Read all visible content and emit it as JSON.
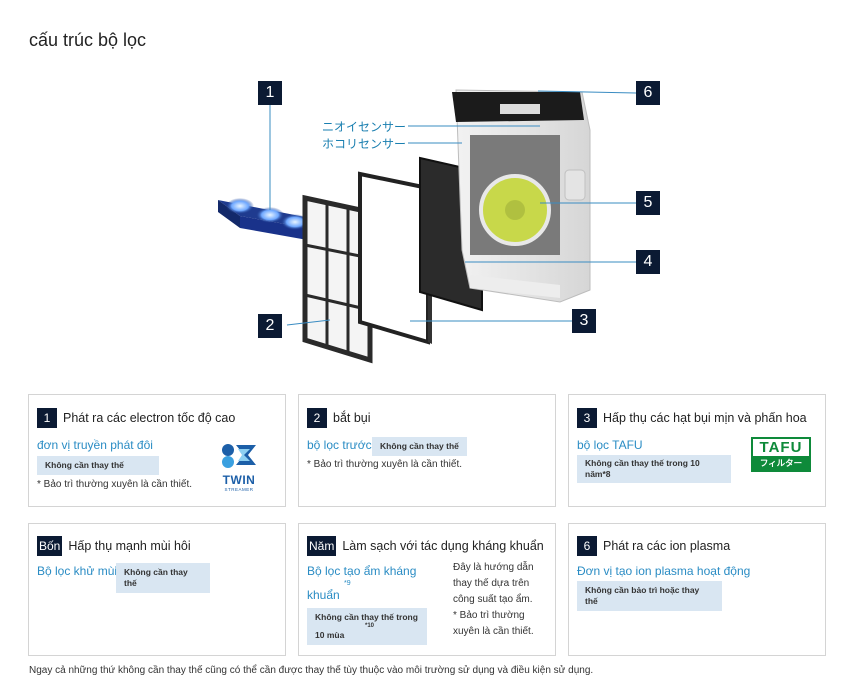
{
  "page": {
    "title": "cấu trúc bộ lọc"
  },
  "diagram": {
    "badges": [
      "1",
      "2",
      "3",
      "4",
      "5",
      "6"
    ],
    "sensor_labels": [
      "ニオイセンサー",
      "ホコリセンサー"
    ]
  },
  "cards": [
    {
      "badge": "1",
      "title": "Phát ra các electron tốc độ cao",
      "unit": "đơn vị truyền phát đôi",
      "tag": "Không cần thay thế",
      "note": "* Bảo trì thường xuyên là cần thiết.",
      "logo": {
        "text": "TWIN",
        "sub": "STREAMER",
        "icon": "twin-streamer-logo"
      }
    },
    {
      "badge": "2",
      "title": "bắt bụi",
      "unit": "bộ lọc trước",
      "tag": "Không cần thay thế",
      "note": "* Bảo trì thường xuyên là cần thiết."
    },
    {
      "badge": "3",
      "title": "Hấp thụ các hạt bụi mịn và phấn hoa",
      "unit": "bộ lọc TAFU",
      "tag_line1": "Không cần thay thế trong 10",
      "tag_line2": "năm*8",
      "logo": {
        "top": "TAFU",
        "bottom": "フィルター",
        "icon": "tafu-filter-logo"
      }
    },
    {
      "badge": "Bốn",
      "title": "Hấp thụ mạnh mùi hôi",
      "unit": "Bộ lọc khử mùi",
      "tag": "Không cần thay thế"
    },
    {
      "badge": "Năm",
      "title": "Làm sạch với tác dụng kháng khuẩn",
      "unit_line1": "Bộ lọc tạo ẩm kháng",
      "unit_sup": "*9",
      "unit_line2": "khuẩn",
      "tag_line1": "Không cần thay thế trong",
      "tag_sup": "*10",
      "tag_line2": "10 mùa",
      "note_lines": [
        "Đây là hướng dẫn",
        "thay thế dựa trên",
        "công suất tạo ẩm.",
        "* Bảo trì thường",
        "xuyên là cần thiết."
      ]
    },
    {
      "badge": "6",
      "title": "Phát ra các ion plasma",
      "unit": "Đơn vị tạo ion plasma hoạt động",
      "tag": "Không cần bảo trì hoặc thay thế"
    }
  ],
  "footnote": "Ngay cả những thứ không cần thay thế cũng có thể cần được thay thế tùy thuộc vào môi trường sử dụng và điều kiện sử dụng.",
  "colors": {
    "badge_bg": "#0b1a33",
    "accent": "#2a8cc4",
    "tag_bg": "#d9e6f2",
    "tafu_green": "#0e8a3a",
    "twin_blue": "#1c5fa8"
  }
}
